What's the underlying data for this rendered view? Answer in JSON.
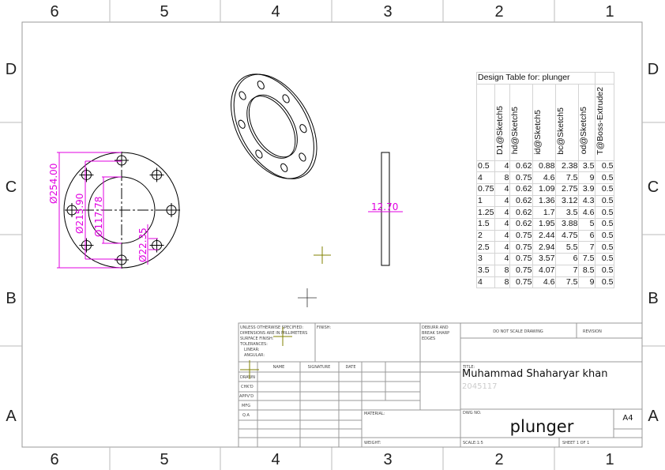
{
  "sheet": {
    "zones_columns": [
      "6",
      "5",
      "4",
      "3",
      "2",
      "1"
    ],
    "zones_rows": [
      "D",
      "C",
      "B",
      "A"
    ],
    "colors": {
      "dimension": "#e000e0",
      "lines": "#000000",
      "frame": "#888888",
      "origin_mark": "#808000"
    }
  },
  "dimensions": {
    "outer_diameter": "Ø254.00",
    "bolt_circle": "Ø215.90",
    "inner_diameter": "Ø117.78",
    "hole_diameter": "Ø22.35",
    "thickness": "12.70"
  },
  "design_table": {
    "title": "Design Table for: plunger",
    "columns": [
      "",
      "D1@Sketch5",
      "hd@Sketch5",
      "id@Sketch5",
      "bc@Sketch5",
      "od@Sketch5",
      "T@Boss-Extrude2"
    ],
    "rows": [
      [
        "0.5",
        "4",
        "0.62",
        "0.88",
        "2.38",
        "3.5",
        "0.5"
      ],
      [
        "4",
        "8",
        "0.75",
        "4.6",
        "7.5",
        "9",
        "0.5"
      ],
      [
        "0.75",
        "4",
        "0.62",
        "1.09",
        "2.75",
        "3.9",
        "0.5"
      ],
      [
        "1",
        "4",
        "0.62",
        "1.36",
        "3.12",
        "4.3",
        "0.5"
      ],
      [
        "1.25",
        "4",
        "0.62",
        "1.7",
        "3.5",
        "4.6",
        "0.5"
      ],
      [
        "1.5",
        "4",
        "0.62",
        "1.95",
        "3.88",
        "5",
        "0.5"
      ],
      [
        "2",
        "4",
        "0.75",
        "2.44",
        "4.75",
        "6",
        "0.5"
      ],
      [
        "2.5",
        "4",
        "0.75",
        "2.94",
        "5.5",
        "7",
        "0.5"
      ],
      [
        "3",
        "4",
        "0.75",
        "3.57",
        "6",
        "7.5",
        "0.5"
      ],
      [
        "3.5",
        "8",
        "0.75",
        "4.07",
        "7",
        "8.5",
        "0.5"
      ],
      [
        "4",
        "8",
        "0.75",
        "4.6",
        "7.5",
        "9",
        "0.5"
      ]
    ]
  },
  "title_block": {
    "general_notes": [
      "UNLESS OTHERWISE SPECIFIED:",
      "DIMENSIONS ARE IN MILLIMETERS",
      "SURFACE FINISH:",
      "TOLERANCES:",
      "LINEAR:",
      "ANGULAR:"
    ],
    "finish": "FINISH:",
    "deburr": [
      "DEBURR AND",
      "BREAK SHARP",
      "EDGES"
    ],
    "do_not_scale": "DO NOT SCALE DRAWING",
    "revision": "REVISION",
    "headers": {
      "name": "NAME",
      "signature": "SIGNATURE",
      "date": "DATE"
    },
    "roles": [
      "DRAWN",
      "CHK'D",
      "APPV'D",
      "MFG",
      "Q.A"
    ],
    "material": "MATERIAL:",
    "weight": "WEIGHT:",
    "title_label": "TITLE:",
    "title": "Muhammad Shaharyar khan",
    "subtitle": "2045117",
    "dwg_no_label": "DWG NO.",
    "dwg_no": "plunger",
    "size": "A4",
    "scale": "SCALE:1:5",
    "sheet": "SHEET 1 OF 1"
  }
}
